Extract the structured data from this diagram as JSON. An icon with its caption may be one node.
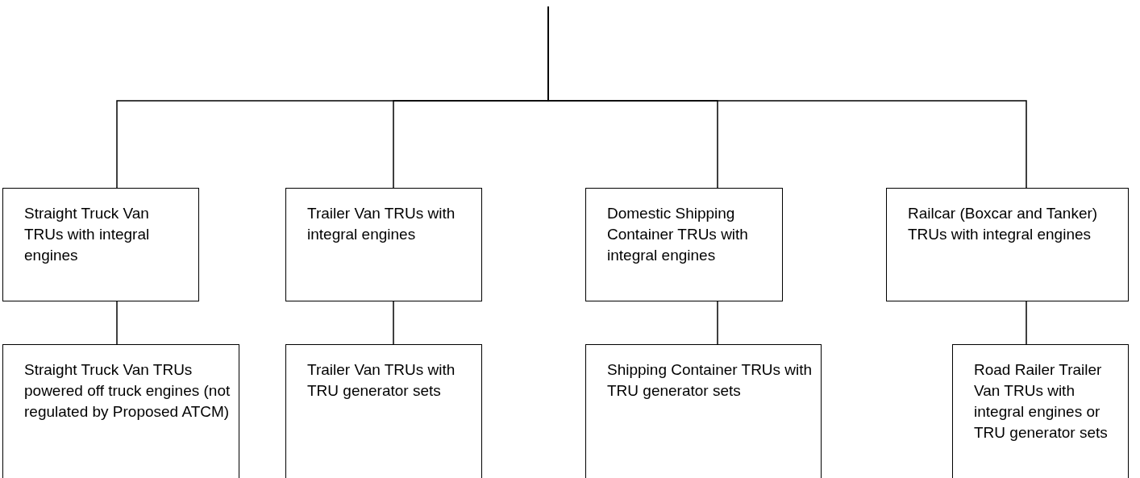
{
  "diagram": {
    "nodes": [
      {
        "text": [
          "Straight Truck Van TRUs with integral engines"
        ]
      },
      {
        "text": [
          "Trailer Van TRUs with integral engines"
        ]
      },
      {
        "text": [
          "Domestic Shipping Container TRUs with integral engines"
        ]
      },
      {
        "text": [
          "Railcar (Boxcar and Tanker) TRUs with integral engines"
        ]
      },
      {
        "text": [
          "Straight Truck Van TRUs powered off truck engines (not regulated by Proposed ATCM)"
        ]
      },
      {
        "text": [
          "Trailer Van TRUs with TRU generator sets"
        ]
      },
      {
        "text": [
          "Shipping Container TRUs with TRU generator sets"
        ]
      },
      {
        "text": [
          "Road Railer Trailer Van TRUs with integral engines or TRU generator sets"
        ]
      }
    ],
    "edges": [
      {
        "from": null,
        "to": 0,
        "arrow": "none"
      },
      {
        "from": null,
        "to": 1,
        "arrow": "none"
      },
      {
        "from": null,
        "to": 2,
        "arrow": "none"
      },
      {
        "from": null,
        "to": 3,
        "arrow": "none"
      },
      {
        "from": 0,
        "to": 4,
        "arrow": "none"
      },
      {
        "from": 1,
        "to": 5,
        "arrow": "none"
      },
      {
        "from": 2,
        "to": 6,
        "arrow": "none"
      },
      {
        "from": 3,
        "to": 7,
        "arrow": "none"
      }
    ]
  }
}
